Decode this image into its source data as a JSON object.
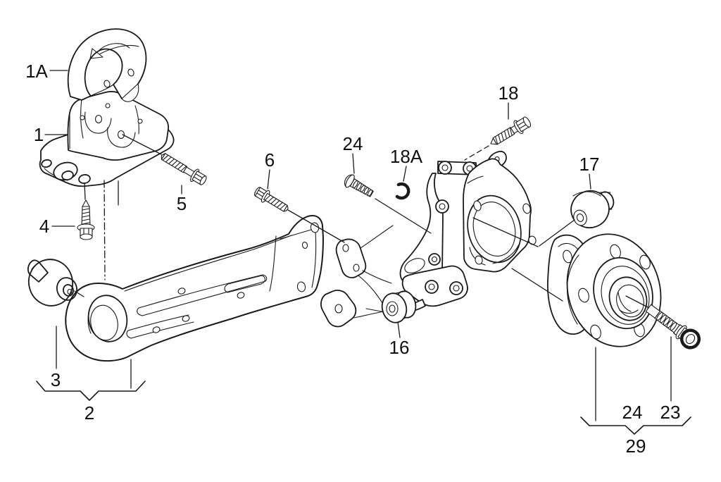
{
  "diagram": {
    "background_color": "#ffffff",
    "line_color": "#1a1a1a",
    "highlight_color": "#e2001a",
    "callouts": {
      "c1a": "1A",
      "c1": "1",
      "c4": "4",
      "c5": "5",
      "c3": "3",
      "c2": "2",
      "c6": "6",
      "c24_left": "24",
      "c18a": "18A",
      "c16": "16",
      "c18": "18",
      "c17": "17",
      "c24_right": "24",
      "c23": "23",
      "c29": "29"
    }
  }
}
